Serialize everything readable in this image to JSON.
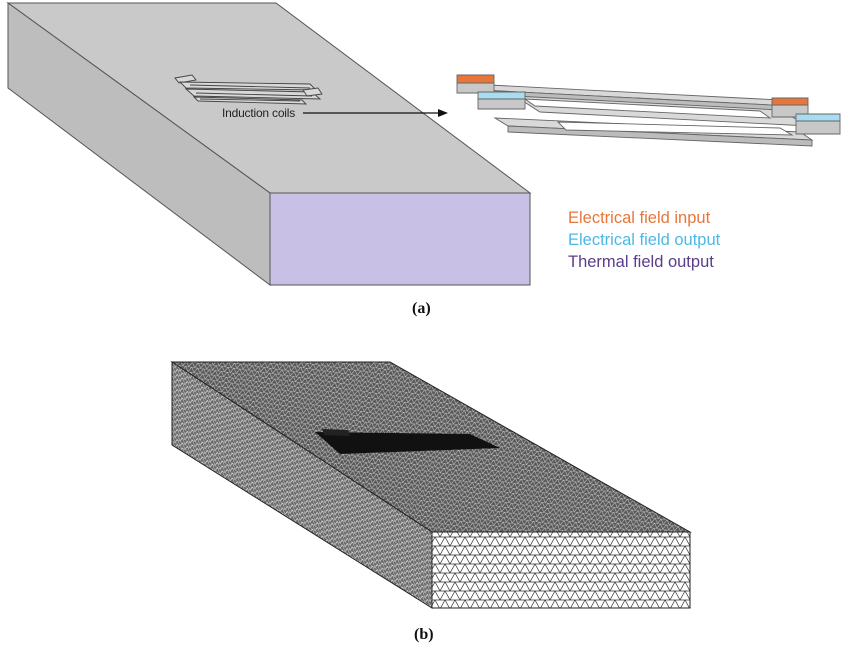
{
  "panel_a": {
    "caption": "(a)",
    "callout_label": "Induction coils",
    "legend": [
      {
        "label": "Electrical field input",
        "color": "#e8763a"
      },
      {
        "label": "Electrical field output",
        "color": "#4bb8e8"
      },
      {
        "label": "Thermal field output",
        "color": "#5a3d8a"
      }
    ],
    "colors": {
      "block_top": "#c8c8c8",
      "block_side": "#b8b8b8",
      "block_end": "#c8c0e4",
      "input_terminal": "#e8763a",
      "output_terminal": "#a8dcf0"
    }
  },
  "panel_b": {
    "caption": "(b)"
  }
}
